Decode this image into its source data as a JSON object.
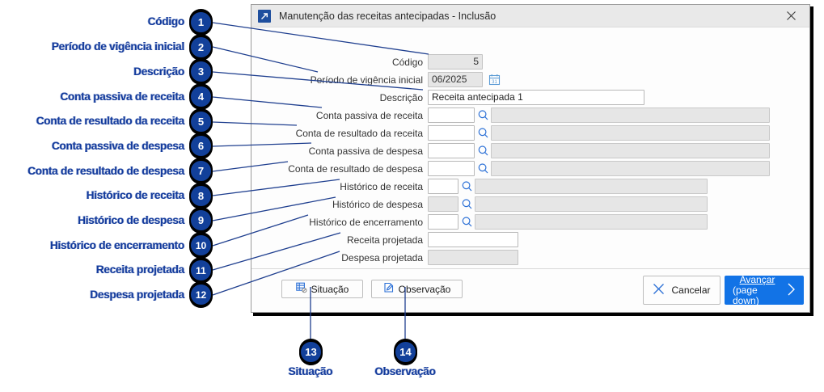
{
  "dialog": {
    "title": "Manutenção das receitas antecipadas - Inclusão",
    "title_icon": "maximize-arrow-icon",
    "close_icon": "close-icon"
  },
  "form": {
    "rows": [
      {
        "label": "Código",
        "value": "5",
        "kind": "number",
        "disabled": true
      },
      {
        "label": "Período de vigência inicial",
        "value": "06/2025",
        "kind": "period",
        "disabled": true,
        "icon": "calendar-icon"
      },
      {
        "label": "Descrição",
        "value": "Receita antecipada 1",
        "kind": "text",
        "disabled": false
      },
      {
        "label": "Conta passiva de receita",
        "value": "",
        "name_value": "",
        "kind": "lookup",
        "disabled": false
      },
      {
        "label": "Conta de resultado da receita",
        "value": "",
        "name_value": "",
        "kind": "lookup",
        "disabled": false
      },
      {
        "label": "Conta passiva de despesa",
        "value": "",
        "name_value": "",
        "kind": "lookup",
        "disabled": false
      },
      {
        "label": "Conta de resultado de despesa",
        "value": "",
        "name_value": "",
        "kind": "lookup",
        "disabled": false
      },
      {
        "label": "Histórico de receita",
        "value": "",
        "name_value": "",
        "kind": "lookup-sm",
        "disabled": false
      },
      {
        "label": "Histórico de despesa",
        "value": "",
        "name_value": "",
        "kind": "lookup-sm",
        "disabled": true
      },
      {
        "label": "Histórico de encerramento",
        "value": "",
        "name_value": "",
        "kind": "lookup-sm",
        "disabled": false
      },
      {
        "label": "Receita projetada",
        "value": "",
        "kind": "proj",
        "disabled": false
      },
      {
        "label": "Despesa projetada",
        "value": "",
        "kind": "proj",
        "disabled": true
      }
    ]
  },
  "footer": {
    "situacao_label": "Situação",
    "situacao_icon": "status-table-icon",
    "observacao_label": "Observação",
    "observacao_icon": "pencil-note-icon",
    "cancelar_label": "Cancelar",
    "cancelar_icon": "x-icon",
    "avancar_label_1": "Avançar",
    "avancar_label_2": "(page down)",
    "avancar_icon": "chevron-right-icon"
  },
  "annotations": {
    "accent": "#123a9c",
    "badge_fill": "#12409a",
    "leader_color": "#1f3f8f",
    "side": [
      {
        "n": "1",
        "label": "Código"
      },
      {
        "n": "2",
        "label": "Período de vigência inicial"
      },
      {
        "n": "3",
        "label": "Descrição"
      },
      {
        "n": "4",
        "label": "Conta passiva de receita"
      },
      {
        "n": "5",
        "label": "Conta de resultado da receita"
      },
      {
        "n": "6",
        "label": "Conta passiva de despesa"
      },
      {
        "n": "7",
        "label": "Conta de resultado de despesa"
      },
      {
        "n": "8",
        "label": "Histórico de receita"
      },
      {
        "n": "9",
        "label": "Histórico de despesa"
      },
      {
        "n": "10",
        "label": "Histórico de encerramento"
      },
      {
        "n": "11",
        "label": "Receita projetada"
      },
      {
        "n": "12",
        "label": "Despesa projetada"
      }
    ],
    "bottom": [
      {
        "n": "13",
        "label": "Situação"
      },
      {
        "n": "14",
        "label": "Observação"
      }
    ]
  }
}
